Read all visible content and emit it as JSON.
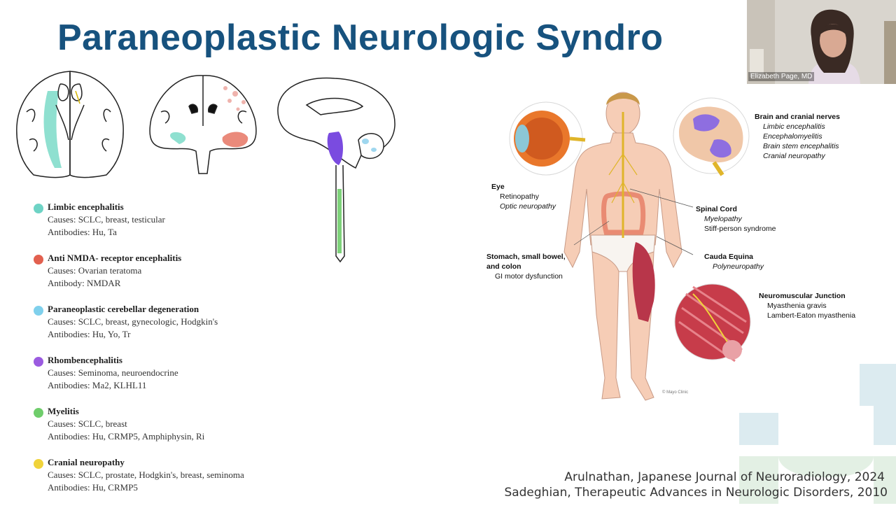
{
  "slide": {
    "title": "Paraneoplastic Neurologic Syndro"
  },
  "legend": [
    {
      "title": "Limbic encephalitis",
      "causes": "Causes: SCLC, breast, testicular",
      "antibodies": "Antibodies: Hu, Ta",
      "color": "#6ed3c5"
    },
    {
      "title": "Anti NMDA- receptor encephalitis",
      "causes": "Causes: Ovarian teratoma",
      "antibodies": "Antibody: NMDAR",
      "color": "#e2604f"
    },
    {
      "title": "Paraneoplastic cerebellar degeneration",
      "causes": "Causes: SCLC, breast, gynecologic, Hodgkin's",
      "antibodies": "Antibodies: Hu, Yo, Tr",
      "color": "#7fd0ec"
    },
    {
      "title": "Rhombencephalitis",
      "causes": "Causes: Seminoma, neuroendocrine",
      "antibodies": "Antibodies: Ma2, KLHL11",
      "color": "#9b5be0"
    },
    {
      "title": "Myelitis",
      "causes": "Causes: SCLC, breast",
      "antibodies": "Antibodies: Hu, CRMP5, Amphiphysin, Ri",
      "color": "#6fcd6b"
    },
    {
      "title": "Cranial neuropathy",
      "causes": "Causes: SCLC, prostate, Hodgkin's, breast, seminoma",
      "antibodies": "Antibodies: Hu, CRMP5",
      "color": "#f0d33a"
    }
  ],
  "figure": {
    "eye": {
      "title": "Eye",
      "items": [
        "Retinopathy",
        "Optic neuropathy"
      ]
    },
    "brain": {
      "title": "Brain and cranial nerves",
      "items": [
        "Limbic encephalitis",
        "Encephalomyelitis",
        "Brain stem encephalitis",
        "Cranial neuropathy"
      ]
    },
    "spinal": {
      "title": "Spinal Cord",
      "items": [
        "Myelopathy",
        "Stiff-person syndrome"
      ]
    },
    "stomach": {
      "title_1": "Stomach, small bowel,",
      "title_2": "and colon",
      "items": [
        "GI motor dysfunction"
      ]
    },
    "cauda": {
      "title": "Cauda Equina",
      "items": [
        "Polyneuropathy"
      ]
    },
    "nmj": {
      "title": "Neuromuscular Junction",
      "items": [
        "Myasthenia gravis",
        "Lambert-Eaton myasthenia"
      ]
    },
    "credit": "© Mayo Clinic"
  },
  "citations": [
    "Arulnathan, Japanese Journal of Neuroradiology, 2024",
    "Sadeghian, Therapeutic Advances in Neurologic Disorders, 2010"
  ],
  "video": {
    "participant_name": "Elizabeth Page, MD"
  },
  "colors": {
    "title": "#17527e",
    "deco_teal": "#dcebf0",
    "deco_mint": "#e3f0e4"
  }
}
